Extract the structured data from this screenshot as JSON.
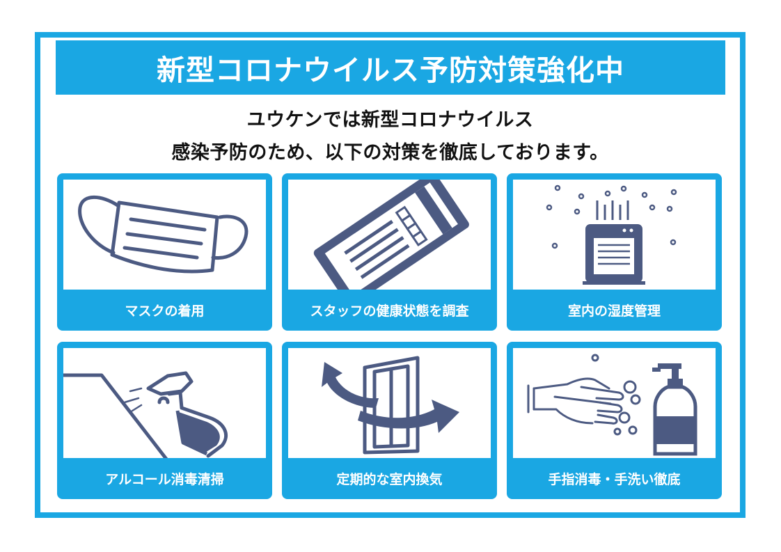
{
  "title": "新型コロナウイルス予防対策強化中",
  "subtitle": {
    "line1": "ユウケンでは新型コロナウイルス",
    "line2": "感染予防のため、以下の対策を徹底しております。"
  },
  "colors": {
    "accent": "#1aa7e3",
    "icon": "#4c5a82",
    "text": "#111111"
  },
  "measures": [
    {
      "label": "マスクの着用",
      "icon": "face-mask-icon"
    },
    {
      "label": "スタッフの健康状態を調査",
      "icon": "clipboard-checklist-icon"
    },
    {
      "label": "室内の湿度管理",
      "icon": "humidifier-icon"
    },
    {
      "label": "アルコール消毒清掃",
      "icon": "spray-bottle-icon"
    },
    {
      "label": "定期的な室内換気",
      "icon": "window-ventilation-icon"
    },
    {
      "label": "手指消毒・手洗い徹底",
      "icon": "handwashing-icon"
    }
  ]
}
